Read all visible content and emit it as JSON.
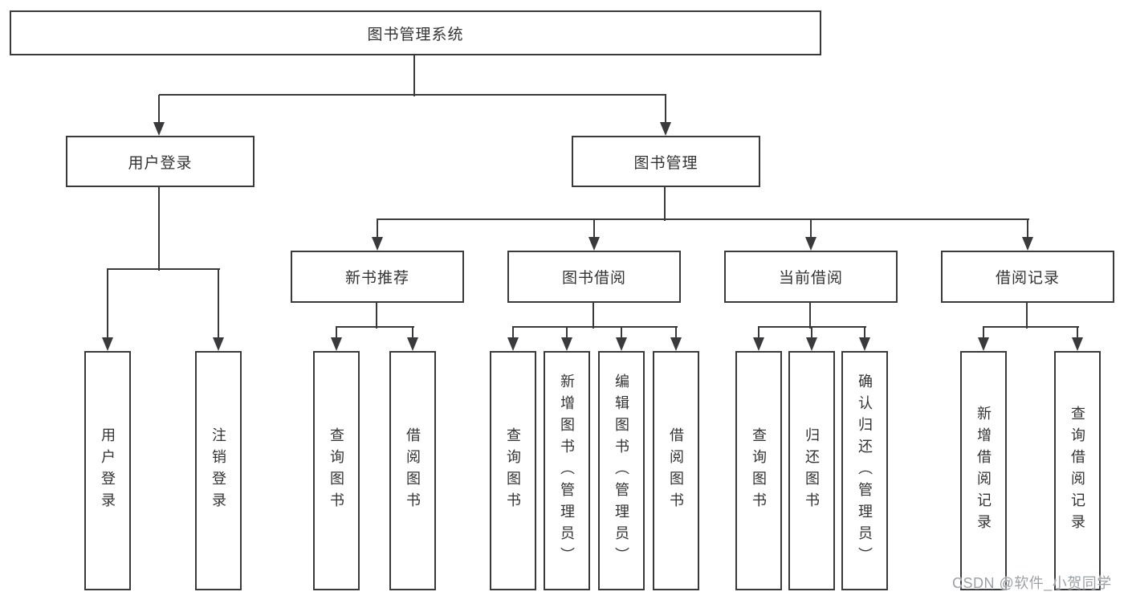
{
  "diagram": {
    "root_label": "图书管理系统",
    "level2": {
      "login": "用户登录",
      "manage": "图书管理"
    },
    "level3": {
      "recommend": "新书推荐",
      "borrow": "图书借阅",
      "current": "当前借阅",
      "records": "借阅记录"
    },
    "leaves": {
      "login": [
        "用户登录",
        "注销登录"
      ],
      "recommend": [
        "查询图书",
        "借阅图书"
      ],
      "borrow": [
        "查询图书",
        "新增图书（管理员）",
        "编辑图书（管理员）",
        "借阅图书"
      ],
      "current": [
        "查询图书",
        "归还图书",
        "确认归还（管理员）"
      ],
      "records": [
        "新增借阅记录",
        "查询借阅记录"
      ]
    }
  },
  "watermark": {
    "text": "CSDN @软件_小贺同学"
  },
  "colors": {
    "line": "#3a3a3c",
    "box_border": "#3a3a3c",
    "box_fill": "#ffffff",
    "text": "#333333",
    "watermark": "#9da1a5",
    "background": "#ffffff"
  }
}
